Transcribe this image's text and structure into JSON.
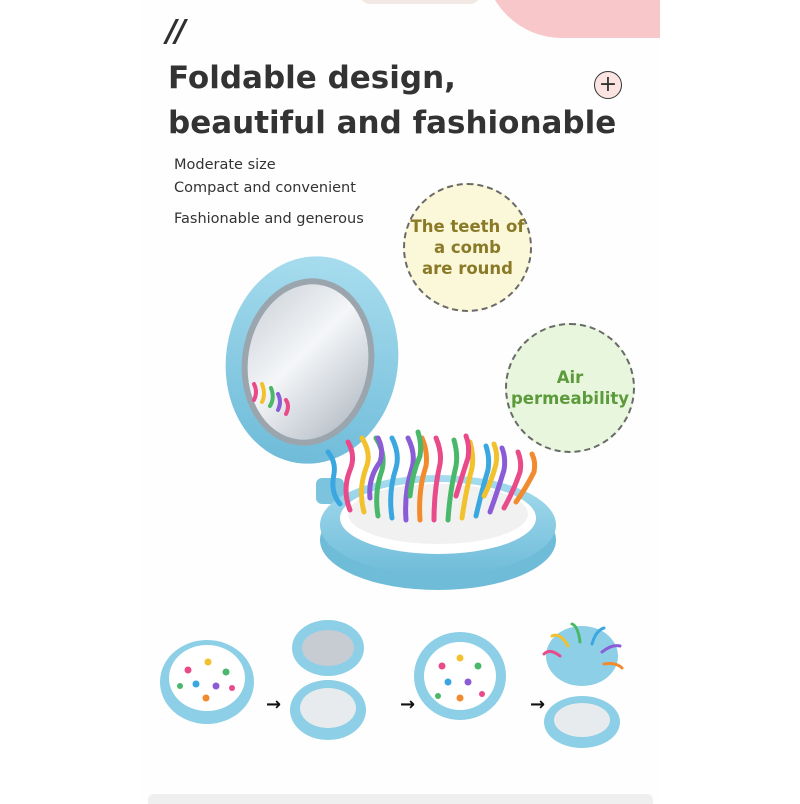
{
  "header": {
    "decoration": "//",
    "title_line1": "Foldable design,",
    "title_line2": "beautiful and fashionable",
    "expand_icon": "plus-circle-icon"
  },
  "features": [
    "Moderate size",
    "Compact and convenient",
    "Fashionable and generous"
  ],
  "badges": {
    "round_teeth": "The teeth of a comb are round",
    "round_teeth_lines": [
      "The teeth of",
      "a comb",
      "are round"
    ],
    "air": "Air permeability",
    "air_lines": [
      "Air",
      "permeability"
    ]
  },
  "colors": {
    "brush_body": "#8ccfe6",
    "badge_yellow": "#fbf8da",
    "badge_green": "#e7f6dc",
    "accent_pink": "#f8c7c9",
    "title_text": "#333333"
  },
  "steps": {
    "arrow_icon": "arrow-right-icon",
    "count": 4
  }
}
